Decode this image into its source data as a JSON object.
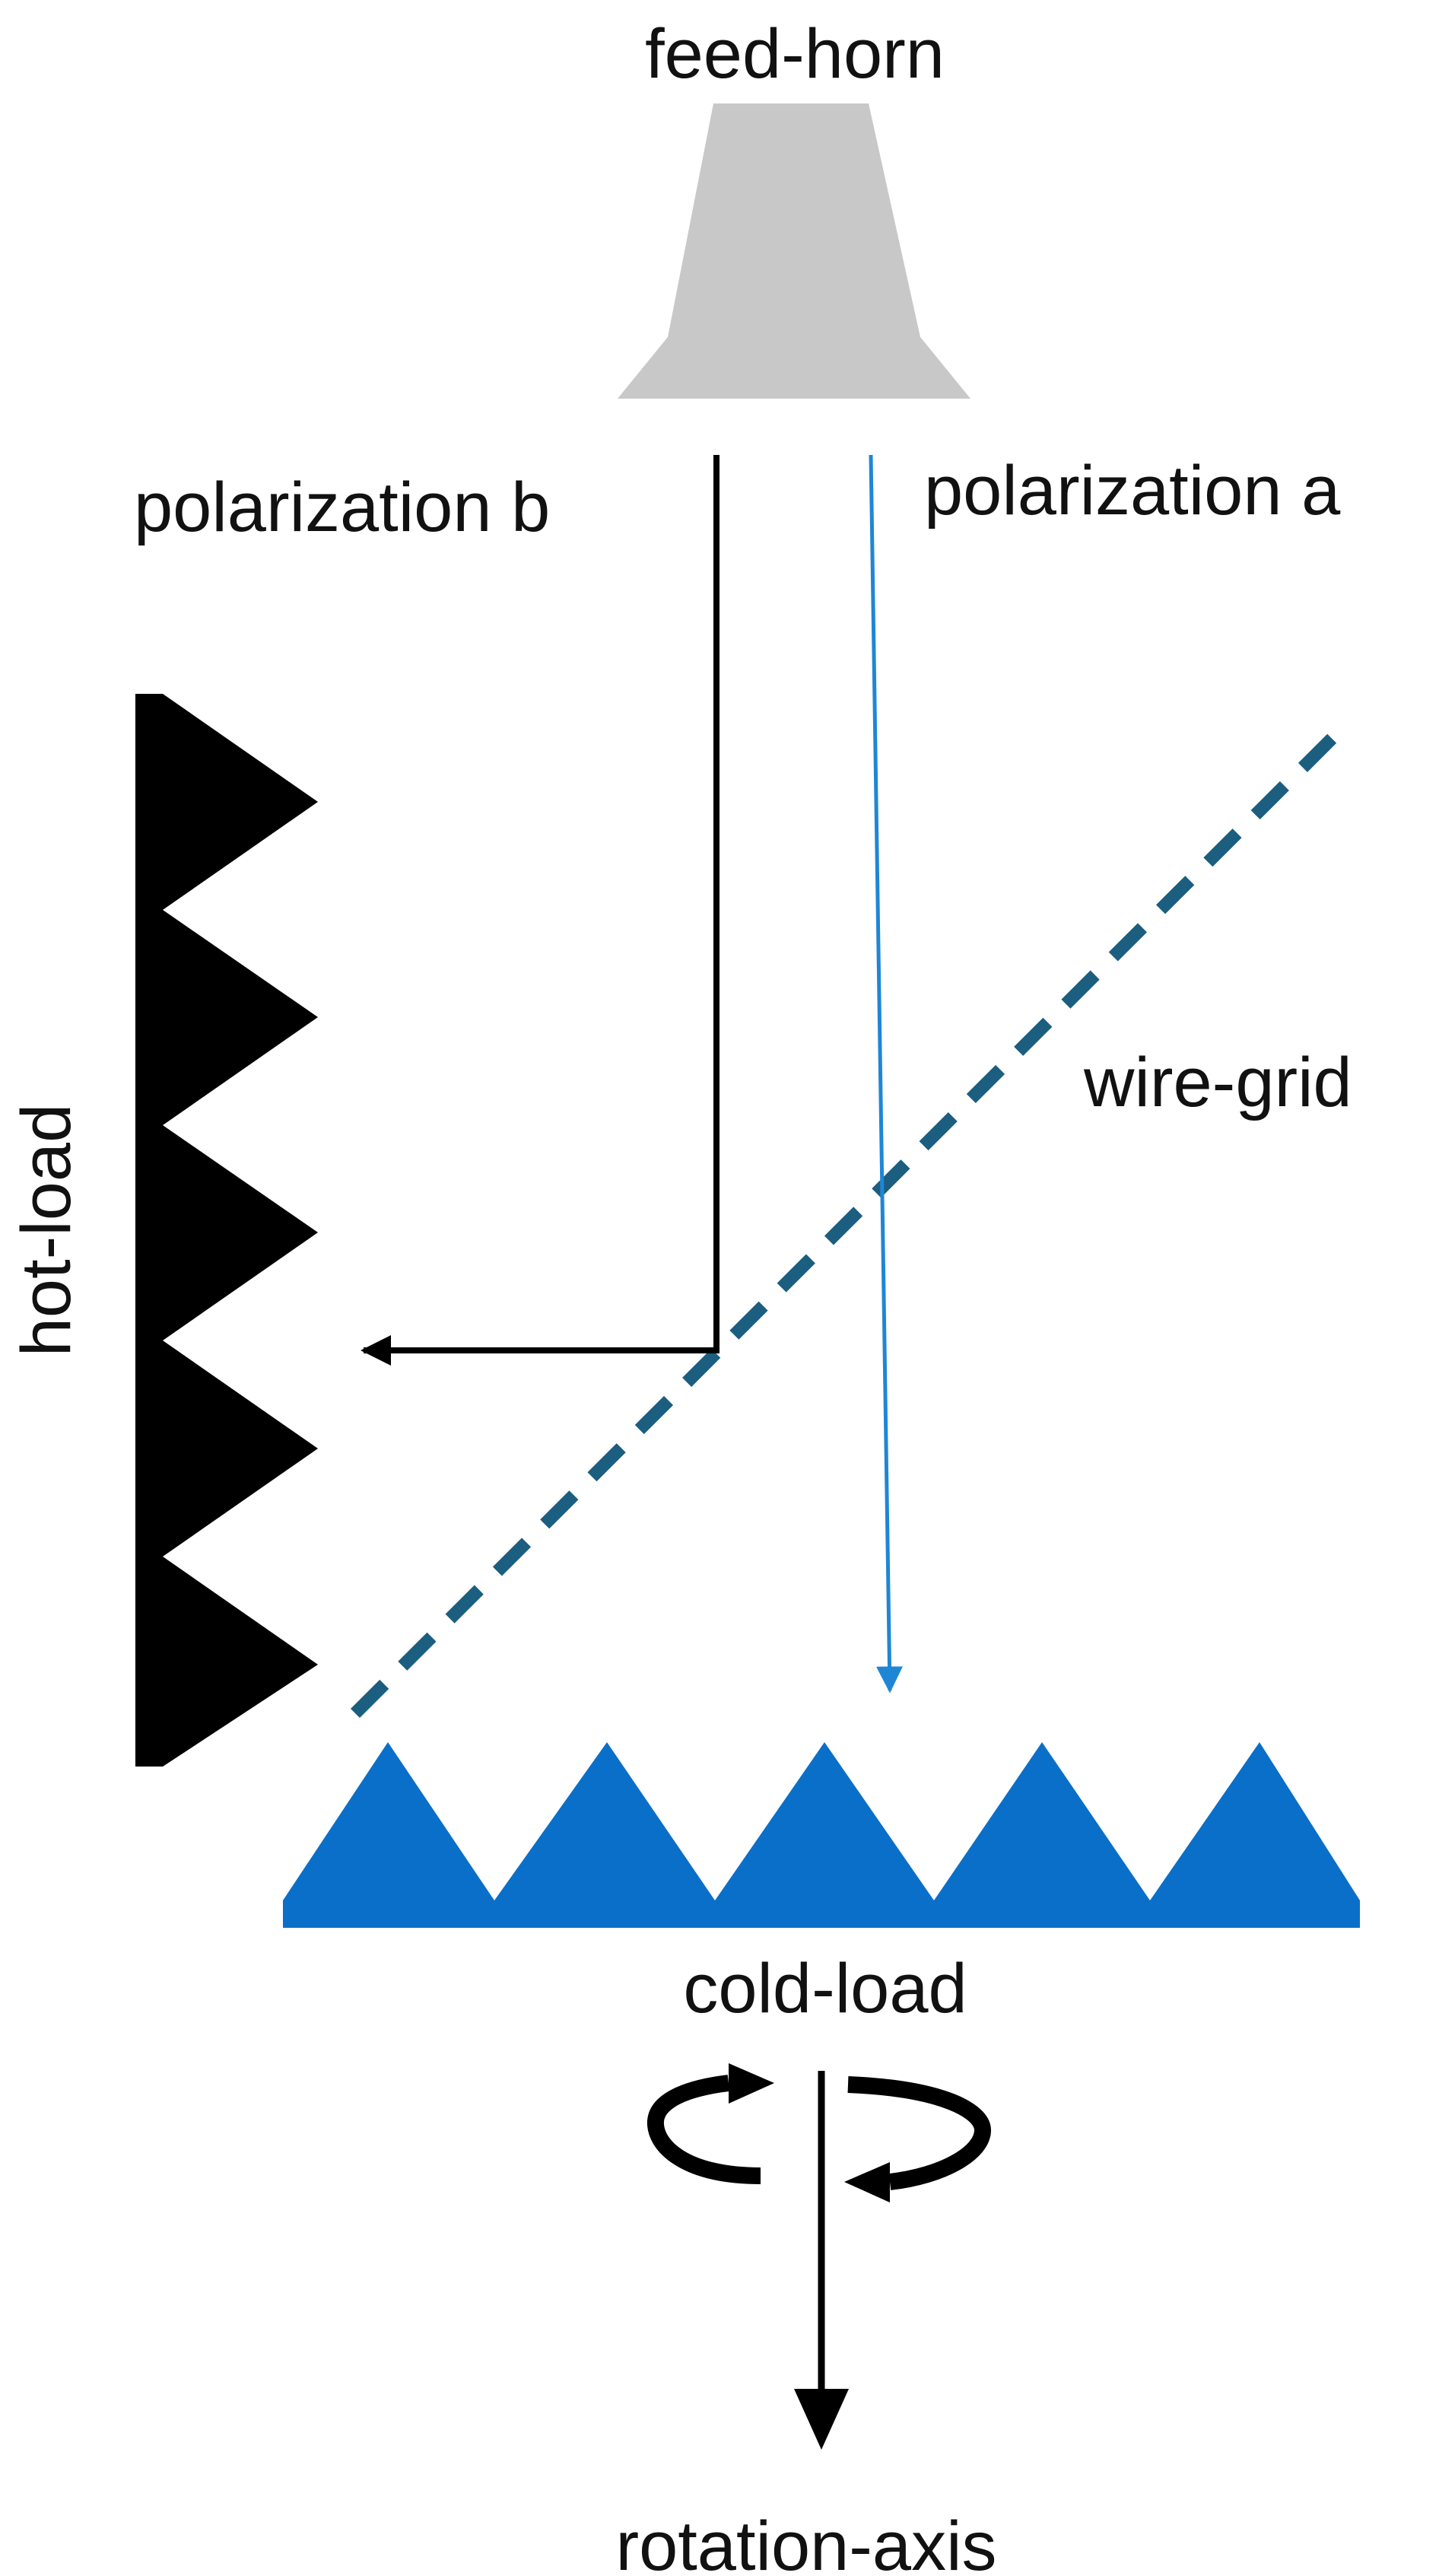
{
  "labels": {
    "feed_horn": "feed-horn",
    "polarization_b": "polarization b",
    "polarization_a": "polarization a",
    "wire_grid": "wire-grid",
    "hot_load": "hot-load",
    "cold_load": "cold-load",
    "rotation_axis": "rotation-axis"
  },
  "colors": {
    "feed_horn": "#c8c8c8",
    "polarization_a": "#1f86d6",
    "polarization_b": "#000000",
    "wire_grid": "#1b5e7f",
    "hot_load": "#000000",
    "cold_load": "#0a6fc8",
    "rotation": "#000000"
  },
  "icons": {
    "rotation": "circular-rotation-arrows-icon"
  }
}
